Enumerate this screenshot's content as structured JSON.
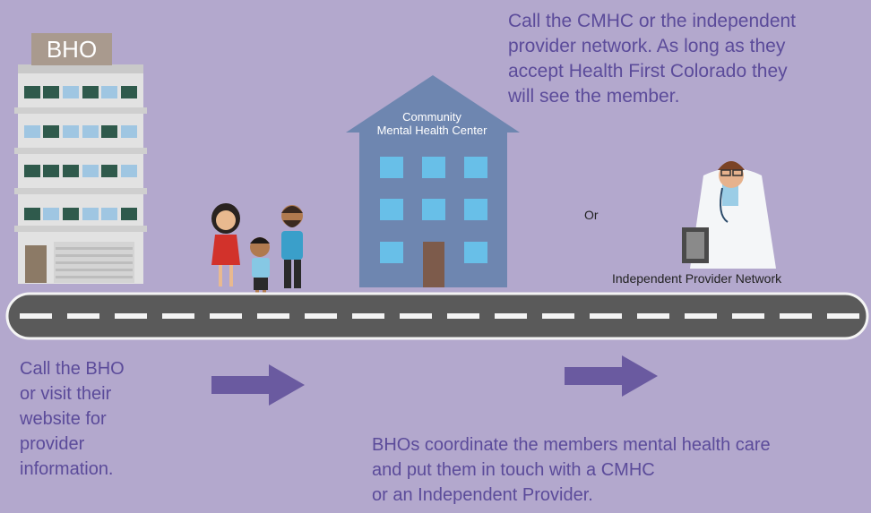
{
  "bho": {
    "label": "BHO"
  },
  "top_text": "Call the CMHC or the independent\nprovider network. As long as they\naccept Health First Colorado they\nwill see the member.",
  "cmhc": {
    "label": "Community\nMental Health Center"
  },
  "or_text": "Or",
  "ipn_text": "Independent Provider Network",
  "left_text": "Call the BHO\nor visit their\nwebsite for\nprovider\ninformation.",
  "bottom_text": "BHOs coordinate the members mental health care\nand put them in touch with a CMHC\nor an Independent Provider.",
  "colors": {
    "background": "#b3a8cd",
    "text": "#5b4b9a",
    "arrow": "#6a5aa0",
    "road": "#5a5a5a",
    "cmhc_building": "#6e86b0"
  }
}
